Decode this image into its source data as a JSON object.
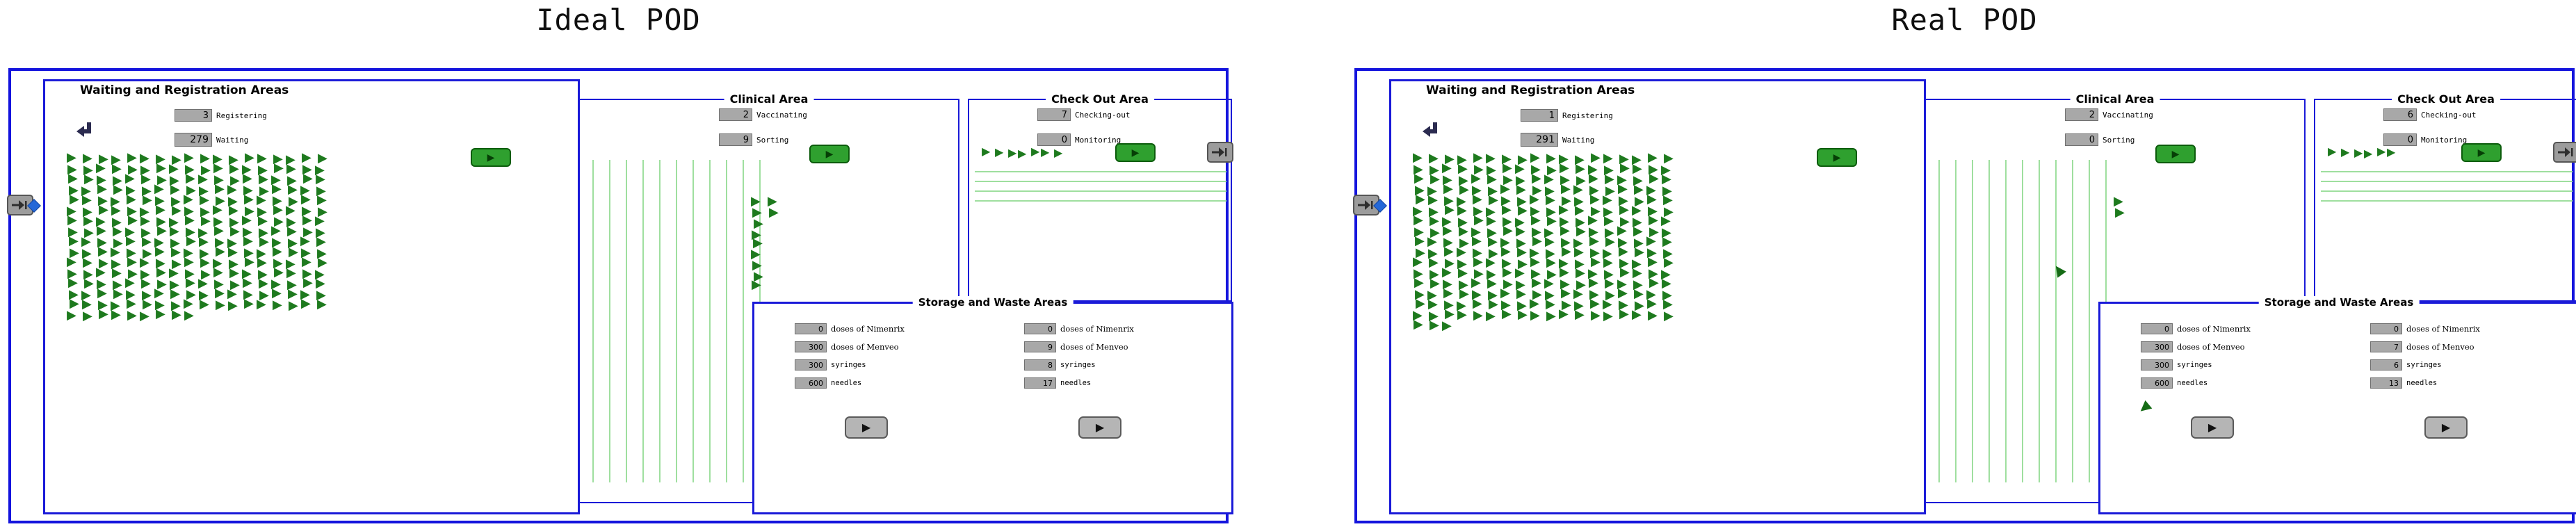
{
  "pods": [
    {
      "title": "Ideal POD",
      "waiting_area": {
        "label": "Waiting and Registration Areas",
        "registering": {
          "value": "3",
          "label": "Registering"
        },
        "waiting": {
          "value": "279",
          "label": "Waiting"
        }
      },
      "clinical_area": {
        "label": "Clinical Area",
        "vaccinating": {
          "value": "2",
          "label": "Vaccinating"
        },
        "sorting": {
          "value": "9",
          "label": "Sorting"
        }
      },
      "checkout_area": {
        "label": "Check Out Area",
        "checking_out": {
          "value": "7",
          "label": "Checking-out"
        },
        "monitoring": {
          "value": "0",
          "label": "Monitoring"
        }
      },
      "storage_area": {
        "label": "Storage and Waste Areas",
        "stock": [
          {
            "value": "0",
            "label": "doses of Nimenrix"
          },
          {
            "value": "300",
            "label": "doses of Menveo"
          },
          {
            "value": "300",
            "label": "syringes"
          },
          {
            "value": "600",
            "label": "needles"
          }
        ],
        "used": [
          {
            "value": "0",
            "label": "doses of Nimenrix"
          },
          {
            "value": "9",
            "label": "doses of Menveo"
          },
          {
            "value": "8",
            "label": "syringes"
          },
          {
            "value": "17",
            "label": "needles"
          }
        ]
      }
    },
    {
      "title": "Real POD",
      "waiting_area": {
        "label": "Waiting and Registration Areas",
        "registering": {
          "value": "1",
          "label": "Registering"
        },
        "waiting": {
          "value": "291",
          "label": "Waiting"
        }
      },
      "clinical_area": {
        "label": "Clinical Area",
        "vaccinating": {
          "value": "2",
          "label": "Vaccinating"
        },
        "sorting": {
          "value": "0",
          "label": "Sorting"
        }
      },
      "checkout_area": {
        "label": "Check Out Area",
        "checking_out": {
          "value": "6",
          "label": "Checking-out"
        },
        "monitoring": {
          "value": "0",
          "label": "Monitoring"
        }
      },
      "storage_area": {
        "label": "Storage and Waste Areas",
        "stock": [
          {
            "value": "0",
            "label": "doses of Nimenrix"
          },
          {
            "value": "300",
            "label": "doses of Menveo"
          },
          {
            "value": "300",
            "label": "syringes"
          },
          {
            "value": "600",
            "label": "needles"
          }
        ],
        "used": [
          {
            "value": "0",
            "label": "doses of Nimenrix"
          },
          {
            "value": "7",
            "label": "doses of Menveo"
          },
          {
            "value": "6",
            "label": "syringes"
          },
          {
            "value": "13",
            "label": "needles"
          }
        ]
      }
    }
  ],
  "icons": {
    "agent_glyph": "▶",
    "play_glyph": "▶"
  },
  "colors": {
    "panel_border": "#1414dd",
    "box_border": "#1a1ad8",
    "agent_green": "#1e7a1e",
    "lane_green": "#9fdf9f",
    "button_green": "#2fa02f",
    "monitor_gray": "#a8a8a8",
    "diamond_blue": "#2468d8"
  }
}
